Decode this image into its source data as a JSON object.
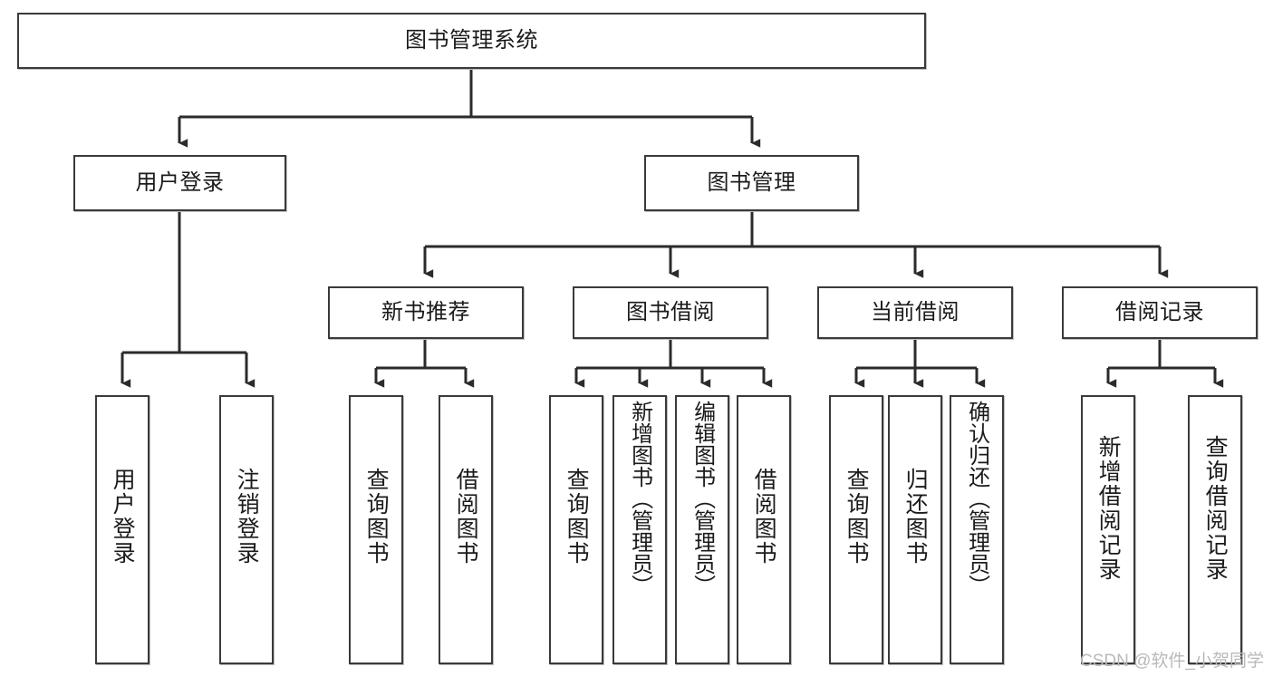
{
  "diagram": {
    "type": "tree-hierarchy",
    "title": "图书管理系统",
    "watermark": "CSDN @软件_小贺同学",
    "colors": {
      "box_border": "#3a3a3a",
      "box_fill": "#ffffff",
      "edge": "#2b2b2b",
      "text": "#1b1b1b",
      "watermark": "#b9b9b9"
    },
    "levels": [
      {
        "level": 1,
        "nodes": [
          {
            "id": "root",
            "label": "图书管理系统",
            "orientation": "horizontal"
          }
        ]
      },
      {
        "level": 2,
        "nodes": [
          {
            "id": "user-login",
            "label": "用户登录",
            "orientation": "horizontal",
            "parent": "root"
          },
          {
            "id": "book-manage",
            "label": "图书管理",
            "orientation": "horizontal",
            "parent": "root"
          }
        ]
      },
      {
        "level": 3,
        "nodes": [
          {
            "id": "new-book-rec",
            "label": "新书推荐",
            "orientation": "horizontal",
            "parent": "book-manage"
          },
          {
            "id": "book-borrow",
            "label": "图书借阅",
            "orientation": "horizontal",
            "parent": "book-manage"
          },
          {
            "id": "current-borrow",
            "label": "当前借阅",
            "orientation": "horizontal",
            "parent": "book-manage"
          },
          {
            "id": "borrow-record",
            "label": "借阅记录",
            "orientation": "horizontal",
            "parent": "book-manage"
          }
        ]
      },
      {
        "level": 4,
        "nodes": [
          {
            "id": "leaf-user-login",
            "label": "用户登录",
            "orientation": "vertical",
            "parent": "user-login"
          },
          {
            "id": "leaf-user-logout",
            "label": "注销登录",
            "orientation": "vertical",
            "parent": "user-login"
          },
          {
            "id": "leaf-query-book-rec",
            "label": "查询图书",
            "orientation": "vertical",
            "parent": "new-book-rec"
          },
          {
            "id": "leaf-borrow-book-rec",
            "label": "借阅图书",
            "orientation": "vertical",
            "parent": "new-book-rec"
          },
          {
            "id": "leaf-query-book-bb",
            "label": "查询图书",
            "orientation": "vertical",
            "parent": "book-borrow"
          },
          {
            "id": "leaf-add-book",
            "label": "新增图书（管理员）",
            "orientation": "vertical",
            "parent": "book-borrow"
          },
          {
            "id": "leaf-edit-book",
            "label": "编辑图书（管理员）",
            "orientation": "vertical",
            "parent": "book-borrow"
          },
          {
            "id": "leaf-borrow-book-bb",
            "label": "借阅图书",
            "orientation": "vertical",
            "parent": "book-borrow"
          },
          {
            "id": "leaf-query-book-cb",
            "label": "查询图书",
            "orientation": "vertical",
            "parent": "current-borrow"
          },
          {
            "id": "leaf-return-book",
            "label": "归还图书",
            "orientation": "vertical",
            "parent": "current-borrow"
          },
          {
            "id": "leaf-confirm-return",
            "label": "确认归还（管理员）",
            "orientation": "vertical",
            "parent": "current-borrow"
          },
          {
            "id": "leaf-add-record",
            "label": "新增借阅记录",
            "orientation": "vertical",
            "parent": "borrow-record"
          },
          {
            "id": "leaf-query-record",
            "label": "查询借阅记录",
            "orientation": "vertical",
            "parent": "borrow-record"
          }
        ]
      }
    ]
  }
}
